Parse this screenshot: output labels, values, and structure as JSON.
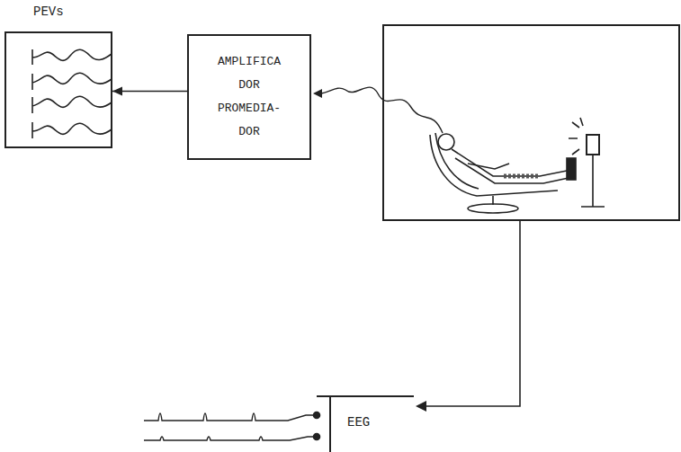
{
  "diagram": {
    "nodes": [
      {
        "text": [
          "PEVs"
        ]
      },
      {
        "text": [
          "AMPLIFICA DOR PROMEDIA- DOR"
        ]
      },
      {
        "text": [
          "EEG"
        ]
      }
    ],
    "edges": [
      {
        "from": 1,
        "to": 0,
        "arrow": "to"
      }
    ]
  }
}
